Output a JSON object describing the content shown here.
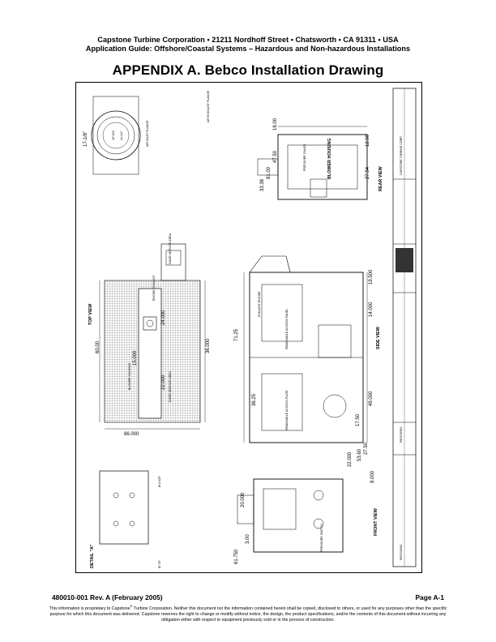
{
  "header": {
    "line1": "Capstone Turbine Corporation • 21211 Nordhoff Street • Chatsworth • CA 91311 • USA",
    "line2": "Application Guide: Offshore/Coastal Systems – Hazardous and Non-hazardous Installations"
  },
  "title": "APPENDIX A.  Bebco Installation Drawing",
  "drawing": {
    "views": {
      "top": "TOP VIEW",
      "side": "SIDE VIEW",
      "front": "FRONT VIEW",
      "rear": "REAR VIEW",
      "detail": "DETAIL \"A\""
    },
    "labels": {
      "blower_housing": "BLOWER HOUSING",
      "door_service_area_1": "DOOR SERVICE AREA",
      "door_service_area_2": "DOOR SERVICE AREA",
      "engine_exhaust": "ENGINE EXHAUST",
      "exhaust_engine": "EXHAUST ENGINE",
      "removable_access_panel": "REMOVABLE ACCESS PANEL",
      "removable_access_plate": "REMOVABLE ACCESS PLATE",
      "pressure_gauge": "PRESSURE GAUGE",
      "pressure_switch": "PRESSURE SWITCH",
      "air_inlet_flange": "AIR INLET FLANGE",
      "air_exhaust_flange": "AIR EXHAUST FLANGE",
      "capstone_name": "CAPSTONE TURBINE CORP.",
      "revisions": "REVISIONS"
    },
    "dims": {
      "d_17_1_8": "17-1/8\"",
      "d_14_1_4": "14-1/4\"",
      "d_16_bc": "16\" B/C",
      "d_60_00": "60.00",
      "d_36_00": "36.000",
      "d_24_00": "24.000",
      "d_15_00": "15.000",
      "d_22_00": "22.000",
      "d_86_00": "86.000",
      "d_71_25": "71.25",
      "d_49_00": "49.000",
      "d_36_25": "36.25",
      "d_17_50": "17.50",
      "d_27_50": "27.50",
      "d_53_60": "53.60",
      "d_14_00": "14.000",
      "d_19_50": "19.500",
      "d_8_00": "8.000",
      "d_20_00": "20.000",
      "d_22_00b": "22.000",
      "d_3_00": "3.00",
      "d_61_750": "61.750",
      "d_18_00": "18.00",
      "d_47_50": "47.50",
      "d_81_00": "81.00",
      "d_12_00": "12.00",
      "d_27_94": "27.94",
      "d_33_38": "33.38",
      "d_0_625": "Ø 0.625\"",
      "d_0_750": "Ø 7/8\""
    }
  },
  "footer": {
    "doc_id": "480010-001 Rev. A (February 2005)",
    "page": "Page A-1",
    "disclaimer_pre": "This information is proprietary to Capstone",
    "tm": "®",
    "disclaimer_post": " Turbine Corporation. Neither this document nor the information contained herein shall be copied, disclosed to others, or used for any purposes other than the specific purpose for which this document was delivered. Capstone reserves the right to change or modify without notice, the design, the product specifications, and/or the contents of this document without incurring any obligation either with respect to equipment previously sold or in the process of construction."
  }
}
